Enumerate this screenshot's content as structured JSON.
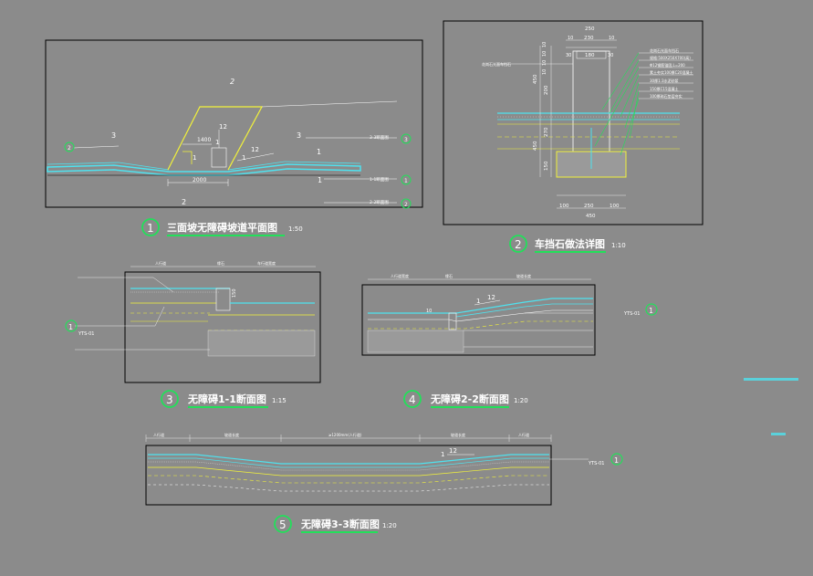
{
  "drawing1": {
    "number": "1",
    "title": "三面坡无障碍坡道平面图",
    "scale": "1:50",
    "dims": {
      "width": "2000",
      "side": "1400"
    },
    "section_tags": {
      "s1": "1",
      "s2": "2",
      "s3": "3"
    },
    "slopes": {
      "a": "1",
      "b": "12",
      "c": "1",
      "d": "12"
    },
    "labels": {
      "ref1": "1",
      "ref2": "2",
      "ref3": "3",
      "sec11": "1-1断面图",
      "sec22": "2-2断面图",
      "sec33": "3-3断面图"
    }
  },
  "drawing2": {
    "number": "2",
    "title": "车挡石做法详图",
    "scale": "1:10",
    "dims_top": [
      "250",
      "230",
      "10",
      "10",
      "30",
      "180",
      "30"
    ],
    "dims_left": [
      "10",
      "10",
      "10",
      "10",
      "450",
      "200",
      "270",
      "150"
    ],
    "dims_bottom": [
      "100",
      "250",
      "100",
      "450"
    ],
    "notes": [
      "花岗石光面车挡石",
      "规格:500X250X700(高)",
      "Φ12钢筋锚固,L=200",
      "素土夯实100厚C20混凝土",
      "30厚1:3水泥砂浆",
      "150厚C15混凝土",
      "100厚碎石垫层夯实"
    ]
  },
  "drawing3": {
    "number": "3",
    "title": "无障碍1-1断面图",
    "scale": "1:15",
    "dims": [
      "人行道",
      "缘石",
      "车行道宽度"
    ],
    "ref": {
      "num": "1",
      "code": "YTS-01"
    }
  },
  "drawing4": {
    "number": "4",
    "title": "无障碍2-2断面图",
    "scale": "1:20",
    "dims": [
      "人行道宽度",
      "缘石",
      "坡道长度"
    ],
    "slope": {
      "rise": "1",
      "run": "12"
    },
    "ref": {
      "num": "1",
      "code": "YTS-01"
    },
    "tick": "10"
  },
  "drawing5": {
    "number": "5",
    "title": "无障碍3-3断面图",
    "scale": "1:20",
    "dims": [
      "人行道",
      "坡道长度",
      "≥1200mm(人行道)",
      "坡道长度",
      "人行道"
    ],
    "slope": {
      "rise": "1",
      "run": "12"
    },
    "ref": {
      "num": "1",
      "code": "YTS-01"
    }
  },
  "colors": {
    "background": "#8b8b8b",
    "frame": "#000000",
    "cyan": "#4ee2ef",
    "yellow": "#f2f23a",
    "green": "#22e05a",
    "white": "#ffffff"
  }
}
